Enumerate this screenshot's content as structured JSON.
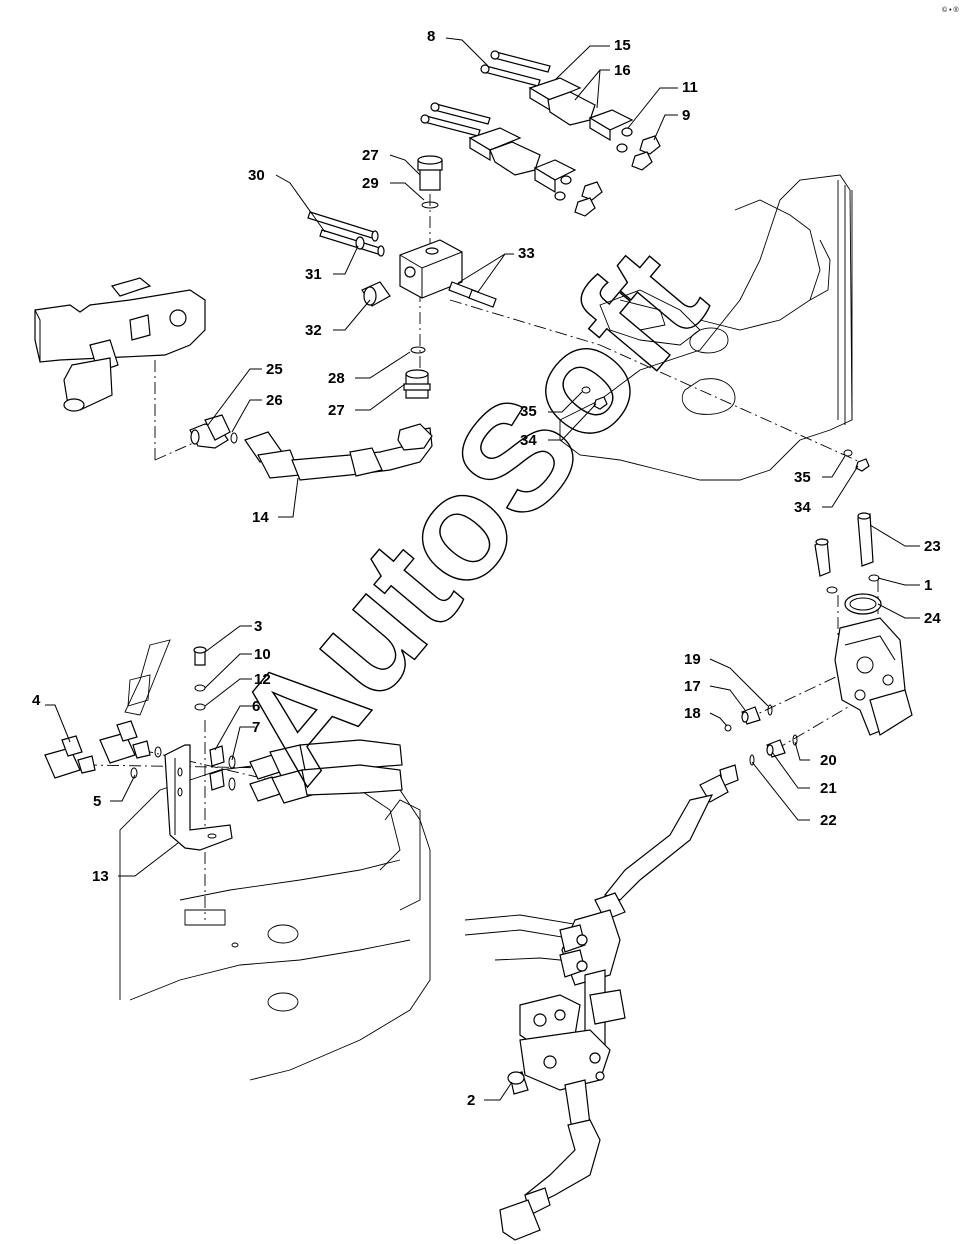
{
  "watermark": "AutoSoft",
  "corner_mark": "© • ®",
  "callouts": [
    {
      "id": "c8",
      "label": "8"
    },
    {
      "id": "c15",
      "label": "15"
    },
    {
      "id": "c16",
      "label": "16"
    },
    {
      "id": "c11",
      "label": "11"
    },
    {
      "id": "c9",
      "label": "9"
    },
    {
      "id": "c27a",
      "label": "27"
    },
    {
      "id": "c29",
      "label": "29"
    },
    {
      "id": "c30",
      "label": "30"
    },
    {
      "id": "c33",
      "label": "33"
    },
    {
      "id": "c31",
      "label": "31"
    },
    {
      "id": "c32",
      "label": "32"
    },
    {
      "id": "c25",
      "label": "25"
    },
    {
      "id": "c26",
      "label": "26"
    },
    {
      "id": "c28",
      "label": "28"
    },
    {
      "id": "c27b",
      "label": "27"
    },
    {
      "id": "c35a",
      "label": "35"
    },
    {
      "id": "c34a",
      "label": "34"
    },
    {
      "id": "c14",
      "label": "14"
    },
    {
      "id": "c35b",
      "label": "35"
    },
    {
      "id": "c34b",
      "label": "34"
    },
    {
      "id": "c23",
      "label": "23"
    },
    {
      "id": "c1",
      "label": "1"
    },
    {
      "id": "c24",
      "label": "24"
    },
    {
      "id": "c3",
      "label": "3"
    },
    {
      "id": "c10",
      "label": "10"
    },
    {
      "id": "c12",
      "label": "12"
    },
    {
      "id": "c4",
      "label": "4"
    },
    {
      "id": "c6",
      "label": "6"
    },
    {
      "id": "c7",
      "label": "7"
    },
    {
      "id": "c5",
      "label": "5"
    },
    {
      "id": "c19",
      "label": "19"
    },
    {
      "id": "c17",
      "label": "17"
    },
    {
      "id": "c18",
      "label": "18"
    },
    {
      "id": "c20",
      "label": "20"
    },
    {
      "id": "c21",
      "label": "21"
    },
    {
      "id": "c22",
      "label": "22"
    },
    {
      "id": "c13",
      "label": "13"
    },
    {
      "id": "c2",
      "label": "2"
    }
  ]
}
